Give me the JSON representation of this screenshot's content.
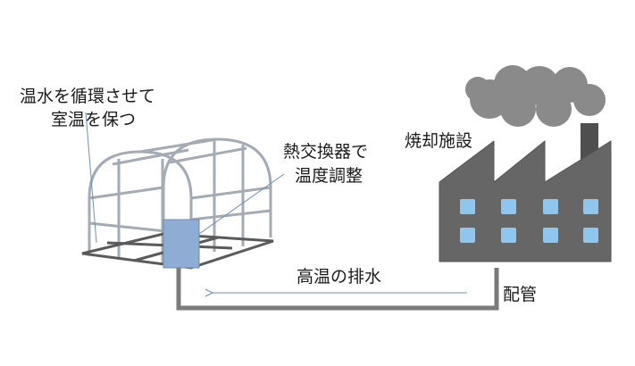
{
  "labels": {
    "greenhouse_line1": "温水を循環させて",
    "greenhouse_line2": "室温を保つ",
    "exchanger_line1": "熱交換器で",
    "exchanger_line2": "温度調整",
    "incinerator": "焼却施設",
    "drain": "高温の排水",
    "piping": "配管"
  },
  "colors": {
    "frame": "#9aa3ad",
    "base_rail": "#5a5a5a",
    "exchanger": "#8fadd4",
    "pipe": "#7a7a7a",
    "factory": "#666666",
    "window": "#8ec6ee",
    "smoke": "#8a8a8a",
    "arrow": "#6d8fb5"
  }
}
